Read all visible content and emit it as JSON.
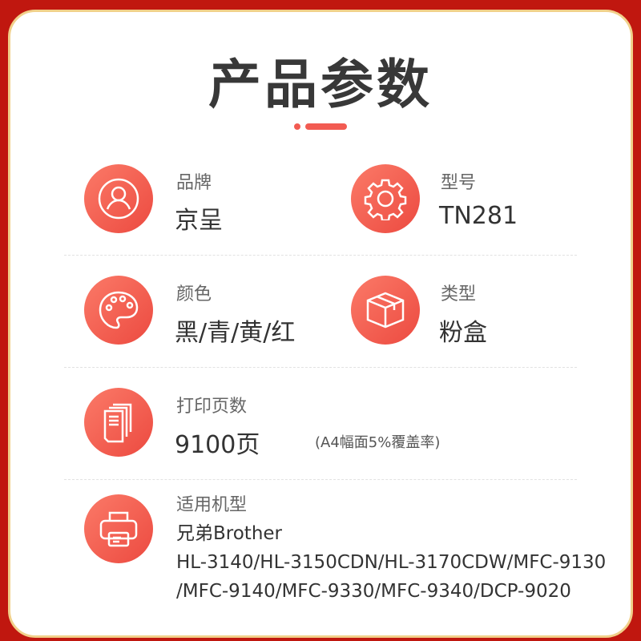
{
  "title": "产品参数",
  "items": [
    {
      "label": "品牌",
      "value": "京呈",
      "icon": "user-icon"
    },
    {
      "label": "型号",
      "value": "TN281",
      "icon": "gear-icon"
    },
    {
      "label": "颜色",
      "value": "黑/青/黄/红",
      "icon": "palette-icon"
    },
    {
      "label": "类型",
      "value": "粉盒",
      "icon": "box-icon"
    },
    {
      "label": "打印页数",
      "value": "9100页",
      "note": "(A4幅面5%覆盖率)",
      "icon": "pages-icon"
    },
    {
      "label": "适用机型",
      "lines": [
        "兄弟Brother",
        "HL-3140/HL-3150CDN/HL-3170CDW/MFC-9130",
        "/MFC-9140/MFC-9330/MFC-9340/DCP-9020"
      ],
      "icon": "printer-icon"
    }
  ],
  "colors": {
    "accent": "#f25b52",
    "frame": "#c0170f"
  }
}
